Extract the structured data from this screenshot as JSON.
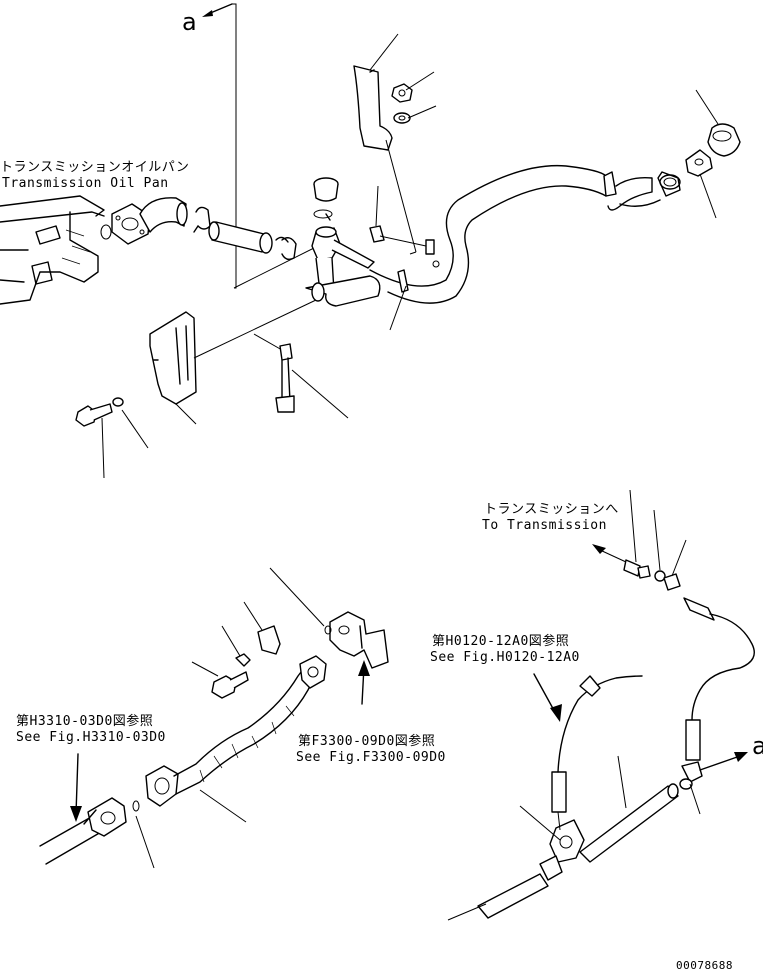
{
  "labels": {
    "ref_a_top": "a",
    "ref_a_right": "a",
    "oil_pan_jp": "トランスミッションオイルパン",
    "oil_pan_en": "Transmission Oil Pan",
    "to_trans_jp": "トランスミッションへ",
    "to_trans_en": "To Transmission",
    "fig_h0120_jp": "第H0120-12A0図参照",
    "fig_h0120_en": "See Fig.H0120-12A0",
    "fig_h3310_jp": "第H3310-03D0図参照",
    "fig_h3310_en": "See Fig.H3310-03D0",
    "fig_f3300_jp": "第F3300-09D0図参照",
    "fig_f3300_en": "See Fig.F3300-09D0",
    "drawing_no": "00078688"
  }
}
